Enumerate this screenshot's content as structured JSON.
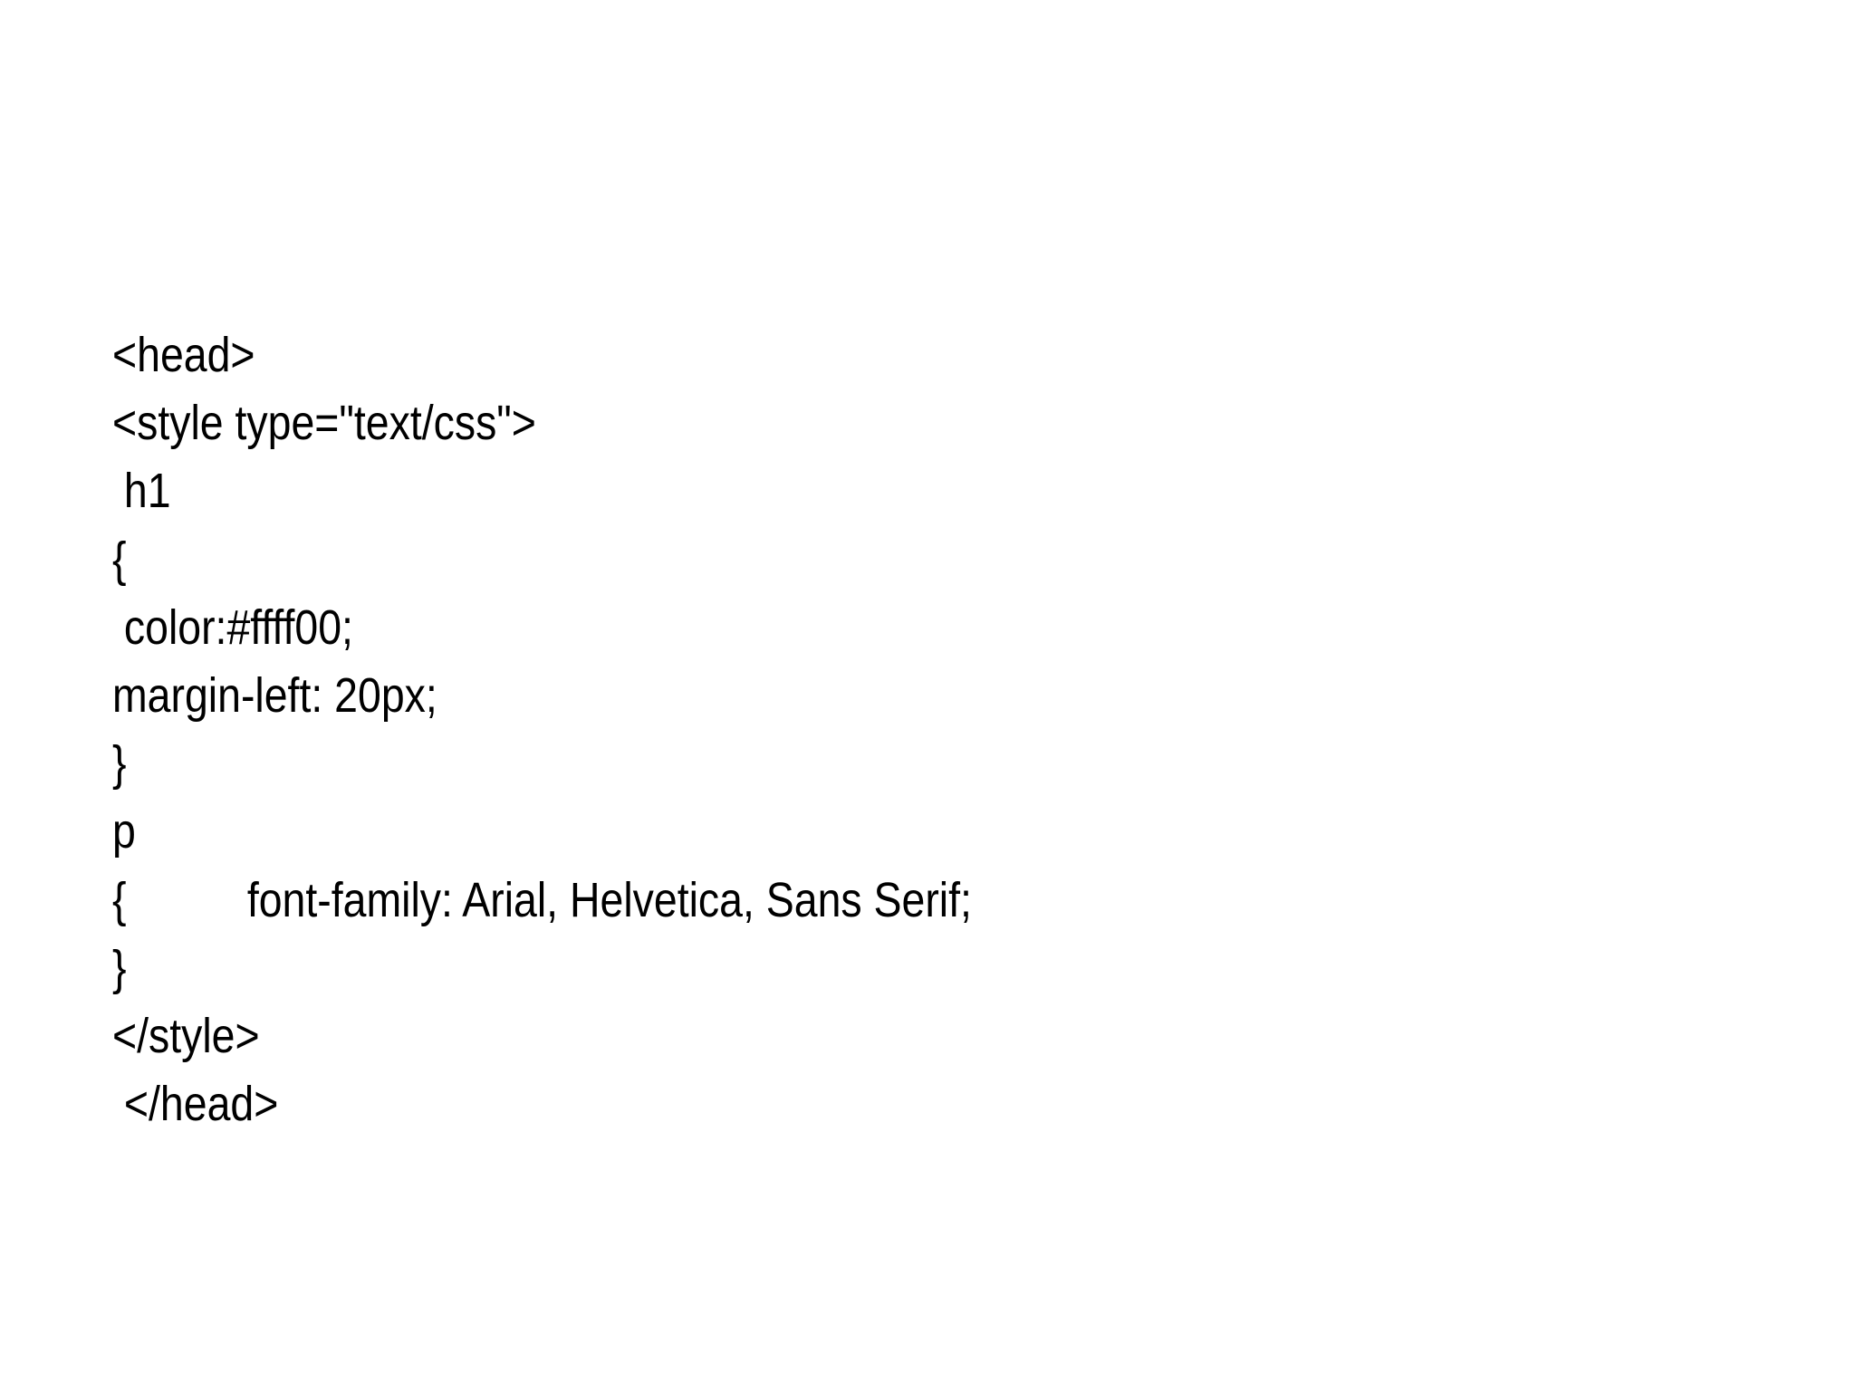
{
  "slide": {
    "lines": [
      "<head>",
      "<style type=\"text/css\">",
      " h1",
      "{",
      " color:#ffff00;",
      "margin-left: 20px;",
      "}",
      "p",
      "{",
      "}",
      "</style>",
      " </head>"
    ],
    "tab_line": {
      "before": "{",
      "after": "font-family: Arial, Helvetica, Sans Serif;"
    }
  }
}
